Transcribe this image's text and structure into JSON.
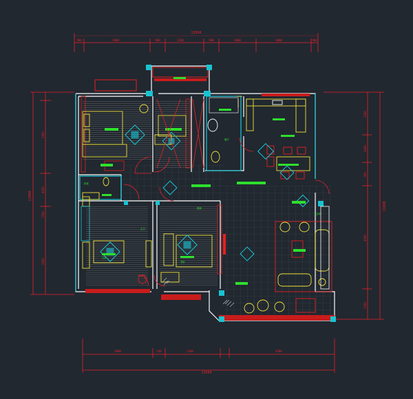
{
  "drawing": {
    "type": "CAD floor plan",
    "background_color": "#212830",
    "colors": {
      "dimension": "#e8202a",
      "wall": "#ffffff",
      "column": "#19c3d1",
      "furniture": "#f2e23a",
      "annotation": "#2ee02e",
      "floor_hatch": "#8a8a8a",
      "window": "#e82020",
      "stair": "#c81c1c",
      "cyan": "#18c8d8"
    },
    "dims_top": {
      "overall": "13500",
      "segments": [
        "900",
        "3600",
        "900",
        "2100",
        "900",
        "2000",
        "3000",
        "900"
      ]
    },
    "dims_bottom": {
      "overall": "13500",
      "segments": [
        "3900",
        "240",
        "2100",
        "",
        "4500"
      ]
    },
    "dims_left": {
      "overall": "11000",
      "segments": [
        "2000",
        "4200",
        "1500",
        "3300"
      ]
    },
    "dims_right": {
      "overall": "11000",
      "segments": [
        "1200",
        "3000",
        "900",
        "4500",
        "1500"
      ]
    },
    "room_tags": {
      "tag_a": "卧室",
      "tag_b": "主卫",
      "tag_c": "厨房",
      "tag_d": "主卧",
      "tag_e": "次卧",
      "tag_f": "客厅",
      "tag_g": "卫生间"
    }
  }
}
